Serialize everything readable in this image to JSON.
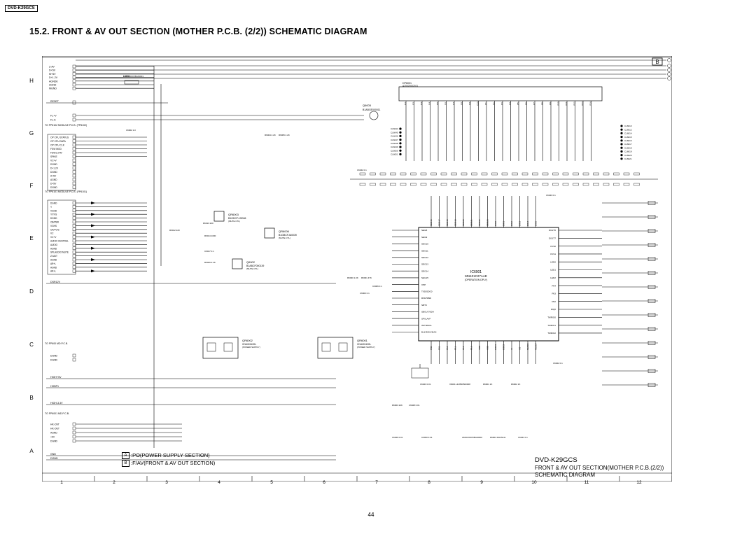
{
  "model_tag": "DVD-K29GCS",
  "title": "15.2.  FRONT & AV OUT SECTION (MOTHER P.C.B. (2/2)) SCHEMATIC DIAGRAM",
  "row_labels": [
    "H",
    "G",
    "F",
    "E",
    "D",
    "C",
    "B",
    "A"
  ],
  "col_labels": [
    "1",
    "2",
    "3",
    "4",
    "5",
    "6",
    "7",
    "8",
    "9",
    "10",
    "11",
    "12"
  ],
  "page_number": "44",
  "section_box": "B",
  "legend": [
    {
      "box": "A",
      "text": ":PO(POWER SUPPLY SECTION)"
    },
    {
      "box": "B",
      "text": ":F/AV(FRONT & AV OUT SECTION)"
    }
  ],
  "title_block": {
    "model": "DVD-K29GCS",
    "line1": "FRONT & AV OUT SECTION(MOTHER P.C.B.(2/2))",
    "line2": "SCHEMATIC DIAGRAM"
  },
  "connector_top": {
    "ref": "FP6401",
    "left_pins": [
      "Z-AV",
      "D+5V",
      "M+5V",
      "D+1.2V",
      "AGND6",
      "AGND",
      "MGND"
    ]
  },
  "connector_fl": {
    "ref": "TO FP6402",
    "pins": [
      "FL+V",
      "FL-K"
    ]
  },
  "connector_left1": {
    "ref": "TO FP6102 MODULE P.C.B. (FP6102)",
    "pins": [
      "OP CPU STATUS",
      "OP CPU DATA",
      "OP CPU CLK",
      "FSW MOD",
      "FSW1 2/4V",
      "SPIKE",
      "VC+V",
      "DGND",
      "D+1.2V",
      "DGND",
      "A+5V",
      "AGND",
      "D+5V",
      "DGND"
    ]
  },
  "connector_left2": {
    "ref": "TO FP6101 MODULE P.C.B. (FP6101)",
    "pins": [
      "DGND",
      "Y",
      "VGHD",
      "Y/TVS",
      "DGND",
      "CB/PBR",
      "VGHS",
      "CR/TV/S",
      "VC",
      "VC+V",
      "AUDIO CENTRAL",
      "AUDIO",
      "AGND",
      "SPLAUDIO MUTE",
      "Z-MUT",
      "AGND",
      "AR+L",
      "AGND",
      "AR+L"
    ]
  },
  "connector_c": {
    "ref": "TO FP600 MD P.C.B.",
    "pins": [
      "DGND",
      "DGND"
    ]
  },
  "connector_b": {
    "ref": "TO FP6001 MD P.C.B.",
    "pins": [
      "HK-CNT",
      "HK-OUT",
      "AGND",
      "+9V",
      "DGND"
    ]
  },
  "nets": [
    "RESET",
    "FL+V",
    "FL-K",
    "DSR12V",
    "HIGH+5V",
    "HHBP1",
    "HIGH-3.3V",
    "GND",
    "DGND"
  ],
  "ic_main": {
    "ref": "IC6001",
    "part": "MN101C27AAE",
    "note": "(OPERATION DPLY)"
  },
  "transistors": [
    {
      "ref": "Q6005",
      "part": "B1ABGE000011"
    },
    {
      "ref": "QR6003",
      "part": "B1GDCFJJ0046",
      "note": "(MUTE CTL)"
    },
    {
      "ref": "QR6006",
      "part": "B1GBCFJA0039",
      "note": "(MUTE CTL)"
    },
    {
      "ref": "Q6002",
      "part": "B1ABCF000139",
      "note": "(MUTE CTL)"
    },
    {
      "ref": "QR6002",
      "part": "XN4401100L",
      "note": "(POWER SUPPLY)"
    },
    {
      "ref": "QR6001",
      "part": "XN4401100L",
      "note": "(POWER SUPPLY)"
    }
  ],
  "fl_display": {
    "ref": "DP6001",
    "part": "A20022002011"
  },
  "grid_pins": [
    "G1",
    "G2",
    "G3",
    "G4",
    "G5",
    "G6",
    "G7",
    "G8",
    "G9",
    "G10",
    "P1",
    "P2",
    "P3",
    "P4",
    "P5",
    "P6",
    "P7",
    "P8",
    "P9",
    "P10",
    "P11",
    "P12",
    "P13",
    "P14"
  ],
  "cl_left": [
    "CL6044",
    "CL6045",
    "CL6046",
    "CL6047",
    "CL6048",
    "CL6049",
    "CL6050",
    "CL6051"
  ],
  "cl_right": [
    "CL6013",
    "CL6012",
    "CL6014",
    "CL6015",
    "CL6016",
    "CL6017",
    "CL6018",
    "CL6019",
    "CL6020",
    "CL6021"
  ],
  "ic_left_pins": [
    "SEG8",
    "SEG9",
    "SEG10",
    "SEG11",
    "SEG12",
    "SEG13",
    "SEG14",
    "SEG15",
    "VPP",
    "TXD/SDO0",
    "RXD/SBI0",
    "SBT0",
    "SBOUT/SDA",
    "SPI/LAVF",
    "INIT/RSUL",
    "BLK/DIS/VMAS"
  ],
  "ic_right_pins": [
    "DIGIT6",
    "DIGIT7",
    "VCS0",
    "VCS1",
    "LED0",
    "LED1",
    "LED2",
    "P04",
    "P03",
    "P02",
    "IRQ0",
    "TMRIO0",
    "TMRIO1",
    "TMRIO2"
  ],
  "ic_top_pins": [
    "SEG16",
    "SEG17",
    "SEG18",
    "SEG19",
    "SEG20",
    "SEG21",
    "SEG22",
    "SEG23",
    "DIG0",
    "DIG1",
    "DIG2",
    "DIG3",
    "DIG4",
    "DIG5"
  ],
  "ic_bottom_pins": [
    "P00",
    "P01",
    "P10",
    "P11",
    "P12",
    "P13",
    "VDD",
    "VSS",
    "OSC1",
    "OSC2",
    "XI",
    "XO",
    "MMOD",
    "RESET"
  ],
  "comp_labels": [
    "L6001 D0C5BJA0001",
    "C6002 1.0",
    "R6004 2.2K",
    "R6005 2.2K",
    "R6012 220",
    "R6013 220",
    "R6014 1000",
    "C6017 0.1",
    "R6029 2.2K",
    "R6030 1.0K",
    "R6031 47K",
    "C6003 0.1",
    "C6006 0.1",
    "C6022 0.1",
    "C6023 0.01",
    "X6001 H0J500500008",
    "R6001 1K",
    "R6002 1K",
    "R6003 22K",
    "C6028 0.01",
    "C6029 0.01",
    "C6030 0.01",
    "L6002 D0C5BJA0002",
    "D6001 MA2S111",
    "C6041 0.1",
    "C6042 0.1",
    "C6043 0.1"
  ]
}
